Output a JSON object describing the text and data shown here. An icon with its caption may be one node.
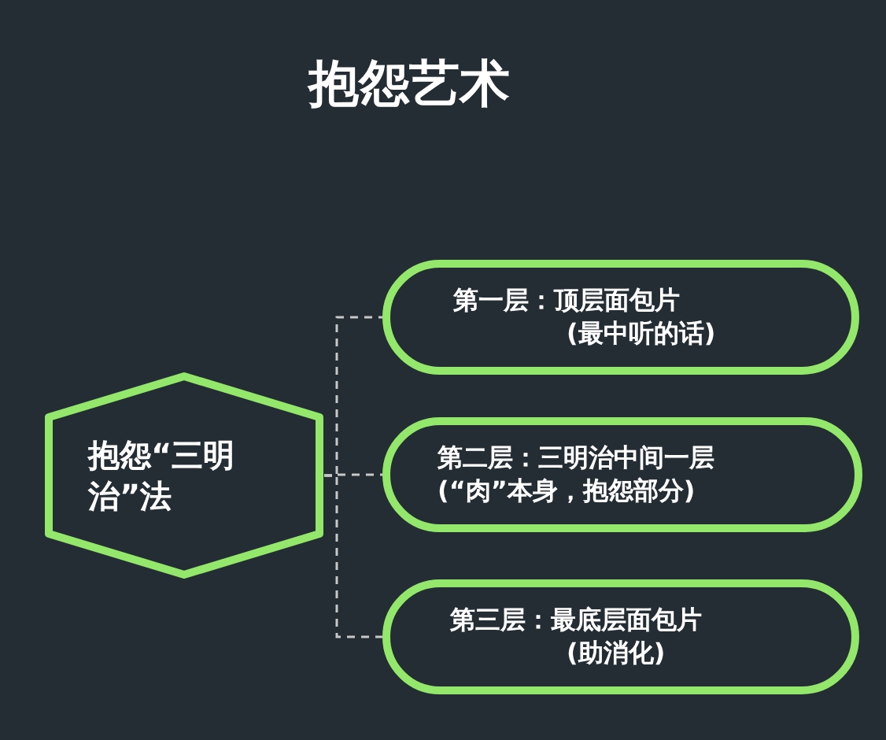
{
  "diagram": {
    "title": "抱怨艺术",
    "nodes": [
      {
        "text": [
          "抱怨“三明治”法"
        ]
      },
      {
        "text": [
          "第一层：顶层面包片",
          "(最中听的话)"
        ]
      },
      {
        "text": [
          "第二层：三明治中间一层",
          "(“肉”本身，抱怨部分)"
        ]
      },
      {
        "text": [
          "第三层：最底层面包片",
          "(助消化)"
        ]
      }
    ],
    "edges": [
      {
        "from": 0,
        "to": 1,
        "arrow": "none",
        "style": "dashed"
      },
      {
        "from": 0,
        "to": 2,
        "arrow": "none",
        "style": "dashed"
      },
      {
        "from": 0,
        "to": 3,
        "arrow": "none",
        "style": "dashed"
      }
    ]
  }
}
